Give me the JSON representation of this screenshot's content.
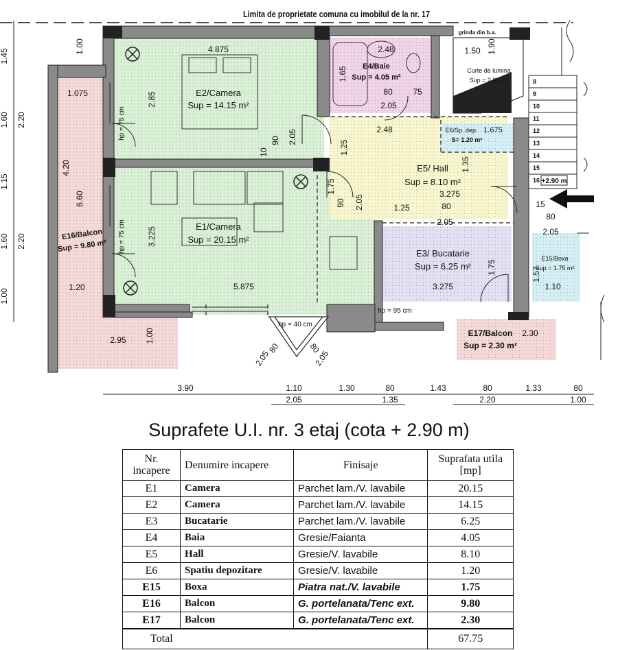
{
  "plan": {
    "top_note": "Limita de proprietate comuna cu imobilul de la nr. 17",
    "beam": "grinda din b.a.",
    "rooms": {
      "e1": {
        "name": "E1/Camera",
        "area": "Sup = 20.15 m²",
        "dim_w": "5.875",
        "dim_h": "3.225"
      },
      "e2": {
        "name": "E2/Camera",
        "area": "Sup = 14.15 m²",
        "dim_w": "4.875",
        "dim_h": "2.85"
      },
      "e3": {
        "name": "E3/ Bucatarie",
        "area": "Sup = 6.25 m²",
        "dim_w": "3.275",
        "dim_h": "1.75"
      },
      "e4": {
        "name": "E4/Baie",
        "area": "Sup = 4.05 m²",
        "dim_w": "2.48",
        "dim_h": "1.65"
      },
      "e5": {
        "name": "E5/ Hall",
        "area": "Sup = 8.10 m²",
        "dim_w": "3.275",
        "dim_w2": "2.48"
      },
      "e6": {
        "name": "E6/Sp. dep.",
        "area": "S= 1.20 m²",
        "dim_w": "1.675"
      },
      "e15": {
        "name": "E15/Boxa",
        "area": "Sup = 1.75 m²",
        "dim_w": "1.10"
      },
      "e16": {
        "name": "E16/Balcon",
        "area": "Sup = 9.80 m²",
        "dim_w": "1.075",
        "dim_w2": "2.95"
      },
      "e17": {
        "name": "E17/Balcon",
        "area": "Sup = 2.30 m²",
        "dim_w": "2.30"
      },
      "light": {
        "name": "Curte de lumina",
        "area": "Sup = 2.85 m²",
        "dim_w": "1.50"
      }
    },
    "hp_labels": [
      "hp = 75 cm",
      "hp = 75 cm",
      "hp = 40 cm",
      "hp = 95 cm"
    ],
    "stair_level": "+2.90 m",
    "stair_steps": [
      "8",
      "9",
      "10",
      "11",
      "12",
      "13",
      "14",
      "15",
      "16"
    ],
    "left_dims": [
      "1.45",
      "1.60",
      "2.20",
      "1.15",
      "1.60",
      "2.20",
      "1.00"
    ],
    "inner_left_dims": [
      "4.20",
      "6.60",
      "1.20"
    ],
    "misc_dims": [
      "1.00",
      "1.90",
      "80",
      "75",
      "2.05",
      "90",
      "2.05",
      "10",
      "1.25",
      "1.35",
      "80",
      "90",
      "2.05",
      "1.25",
      "2.05",
      "1.75",
      "15",
      "80",
      "2.05",
      "1.57",
      "1.00",
      "2.05",
      "80",
      "80",
      "2.05"
    ],
    "bottom_dims": [
      "3.90",
      "1.10",
      "2.05",
      "1.30",
      "80",
      "1.35",
      "1.43",
      "80",
      "2.20",
      "1.33",
      "80",
      "1.00"
    ]
  },
  "table_title": "Suprafete U.I. nr. 3 etaj (cota + 2.90 m)",
  "table": {
    "headers": [
      "Nr. incapere",
      "Denumire incapere",
      "Finisaje",
      "Suprafata utila [mp]"
    ],
    "rows": [
      {
        "nr": "E1",
        "name": "Camera",
        "fin": "Parchet lam./V. lavabile",
        "area": "20.15"
      },
      {
        "nr": "E2",
        "name": "Camera",
        "fin": "Parchet lam./V. lavabile",
        "area": "14.15"
      },
      {
        "nr": "E3",
        "name": "Bucatarie",
        "fin": "Parchet lam./V. lavabile",
        "area": "6.25"
      },
      {
        "nr": "E4",
        "name": "Baia",
        "fin": "Gresie/Faianta",
        "area": "4.05"
      },
      {
        "nr": "E5",
        "name": "Hall",
        "fin": "Gresie/V. lavabile",
        "area": "8.10"
      },
      {
        "nr": "E6",
        "name": "Spatiu depozitare",
        "fin": "Gresie/V. lavabile",
        "area": "1.20"
      },
      {
        "nr": "E15",
        "name": "Boxa",
        "fin": "Piatra nat./V. lavabile",
        "area": "1.75"
      },
      {
        "nr": "E16",
        "name": "Balcon",
        "fin": "G. portelanata/Tenc ext.",
        "area": "9.80"
      },
      {
        "nr": "E17",
        "name": "Balcon",
        "fin": "G. portelanata/Tenc ext.",
        "area": "2.30"
      }
    ],
    "total_label": "Total",
    "total_value": "67.75"
  }
}
